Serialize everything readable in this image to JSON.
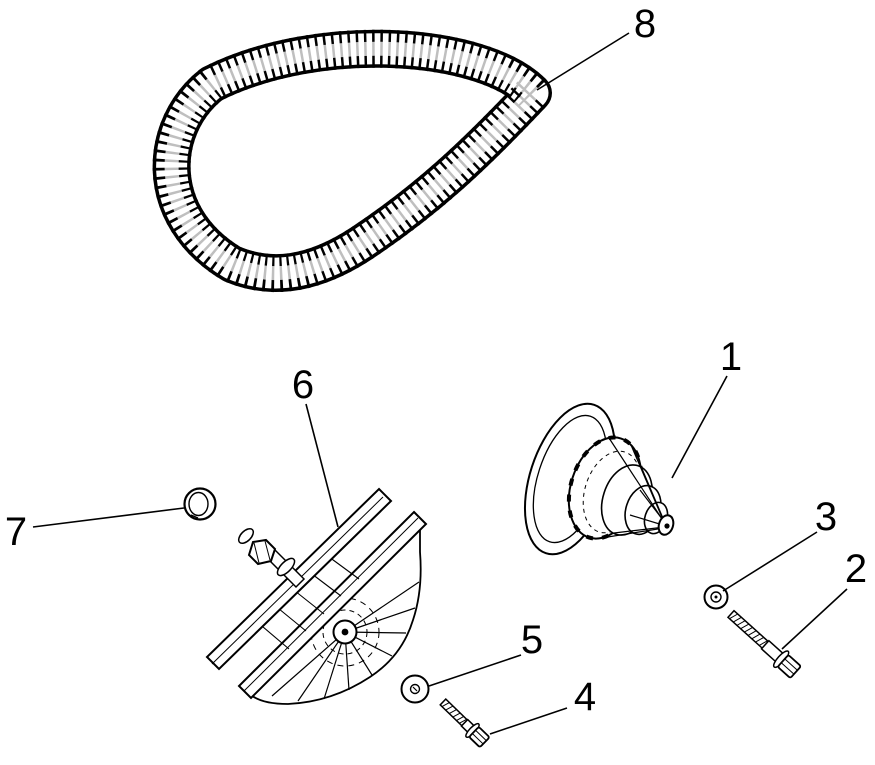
{
  "diagram": {
    "background_color": "#ffffff",
    "line_color": "#000000",
    "callouts": {
      "c1": {
        "label": "1",
        "part": "driven-clutch"
      },
      "c2": {
        "label": "2",
        "part": "long-hex-bolt"
      },
      "c3": {
        "label": "3",
        "part": "flange-nut"
      },
      "c4": {
        "label": "4",
        "part": "short-hex-bolt"
      },
      "c5": {
        "label": "5",
        "part": "washer"
      },
      "c6": {
        "label": "6",
        "part": "drive-clutch"
      },
      "c7": {
        "label": "7",
        "part": "cap-plug"
      },
      "c8": {
        "label": "8",
        "part": "drive-belt"
      }
    }
  }
}
